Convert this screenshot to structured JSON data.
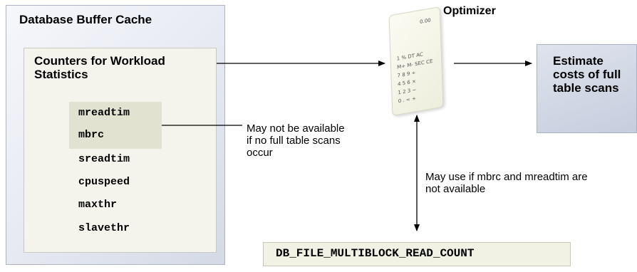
{
  "diagram": {
    "cache_title": "Database Buffer Cache",
    "counters_title": "Counters for Workload Statistics",
    "counters": [
      "mreadtim",
      "mbrc",
      "sreadtim",
      "cpuspeed",
      "maxthr",
      "slavethr"
    ],
    "optimizer_label": "Optimizer",
    "estimate_label": "Estimate costs of full table scans",
    "mbrc_note": "May not be available if no full table scans occur",
    "use_note": "May use if mbrc and mreadtim are not available",
    "dbfile_label": "DB_FILE_MULTIBLOCK_READ_COUNT"
  }
}
